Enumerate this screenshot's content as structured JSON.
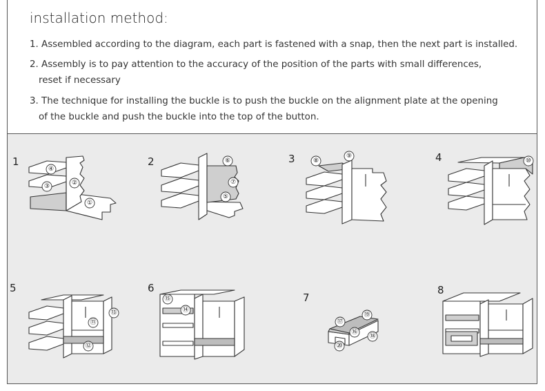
{
  "title": "installation method:",
  "steps": [
    {
      "num": "1.",
      "line1": "Assembled according to the diagram, each part is fastened with a snap, then the next part is installed.",
      "line2": ""
    },
    {
      "num": "2.",
      "line1": "Assembly is to pay attention to the accuracy of the position of the parts with small differences,",
      "line2": "reset if necessary"
    },
    {
      "num": "3.",
      "line1": "The technique for installing the buckle is to push the buckle on the alignment plate at the opening",
      "line2": "of the buckle and push the buckle into the top of the button."
    }
  ],
  "figures": [
    {
      "step": "1",
      "parts": [
        "①",
        "②",
        "③",
        "④"
      ]
    },
    {
      "step": "2",
      "parts": [
        "⑤",
        "⑥",
        "⑦"
      ]
    },
    {
      "step": "3",
      "parts": [
        "⑧",
        "⑨"
      ]
    },
    {
      "step": "4",
      "parts": [
        "⑩"
      ]
    },
    {
      "step": "5",
      "parts": [
        "⑪",
        "⑫",
        "⑬"
      ]
    },
    {
      "step": "6",
      "parts": [
        "⑭",
        "⑮"
      ]
    },
    {
      "step": "7",
      "parts": [
        "⑯",
        "⑰",
        "⑱",
        "⑲",
        "⑳"
      ]
    },
    {
      "step": "8",
      "parts": []
    }
  ]
}
